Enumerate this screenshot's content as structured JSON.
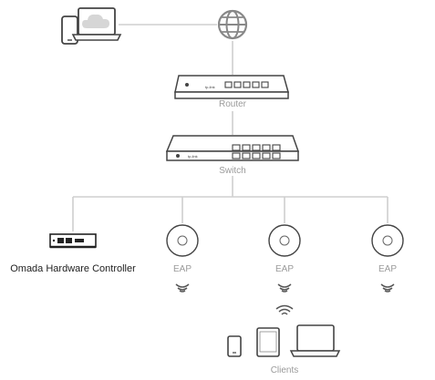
{
  "nodes": {
    "router": {
      "label": "Router",
      "brand": "tp-link"
    },
    "switch": {
      "label": "Switch",
      "brand": "tp-link"
    },
    "controller": {
      "label": "Omada Hardware Controller"
    },
    "eap_1": {
      "label": "EAP"
    },
    "eap_2": {
      "label": "EAP"
    },
    "eap_3": {
      "label": "EAP"
    },
    "clients": {
      "label": "Clients"
    }
  },
  "icons": [
    "cloud-laptop-icon",
    "phone-icon",
    "globe-icon",
    "router-icon",
    "switch-icon",
    "controller-icon",
    "access-point-icon",
    "wifi-icon",
    "tablet-icon",
    "laptop-icon"
  ],
  "colors": {
    "line": "#cfcfcf",
    "device_stroke": "#444444",
    "label": "#9a9a9a",
    "cloud": "#d6d6d6"
  }
}
